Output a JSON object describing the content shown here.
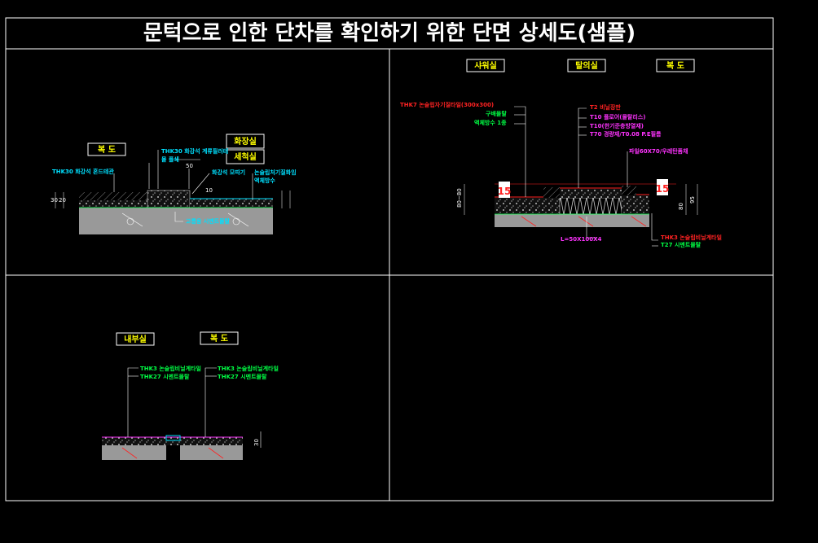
{
  "title": "문턱으로 인한 단차를 확인하기 위한 단면 상세도(샘플)",
  "colors": {
    "background": "#000000",
    "frame": "#ffffff",
    "label_text": "#ffff00",
    "cyan_note": "#00e0ff",
    "green_note": "#00ff44",
    "red_note": "#ff2222",
    "magenta_note": "#ff33ff"
  },
  "panel1": {
    "label_left": "복 도",
    "label_right_top": "화장실",
    "label_right_bottom": "세척실",
    "note_tile": "THK30 화강석 계류필러테",
    "note_tile2": "몰 플쇄",
    "note_granite": "THK30 화강석 혼드테관",
    "note_floor": "화강석 모따기",
    "note_nonslip": "논슬립처기질화임",
    "note_waterproof": "액체방수",
    "note_mortar": "고름용 시멘트몰탈",
    "dim_50": "50",
    "dim_30": "30",
    "dim_20": "20",
    "dim_10": "10"
  },
  "panel2": {
    "label_1": "샤워실",
    "label_2": "탈의실",
    "label_3": "복 도",
    "note_red1": "THK7 논슬립자기질타일(300x300)",
    "note_green1": "구배몰탈",
    "note_green2": "액체방수 1종",
    "note_red2": "T2 비닐장판",
    "note_mag1": "T10 플로어(몰탈리스)",
    "note_mag2": "T10(한기준층방열재)",
    "note_mag3": "T70 경량재/T0.08 P.E필름",
    "note_mag4": "파일60X70/우레탄폼채",
    "note_mag5": "L=50X100X4",
    "note_red3": "THK3 논슬립비닐계타일",
    "note_green3": "T27 시멘트몰탈",
    "dim_15a": "15",
    "dim_15b": "15",
    "dim_left": "80~80",
    "dim_right1": "80",
    "dim_right2": "95"
  },
  "panel3": {
    "label_1": "내부실",
    "label_2": "복 도",
    "note_1": "THK3 논슬립비닐계타일",
    "note_2": "THK27 시멘트몰탈",
    "note_3": "THK3 논슬립비닐계타일",
    "note_4": "THK27 시멘트몰탈",
    "dim_1": "30"
  }
}
